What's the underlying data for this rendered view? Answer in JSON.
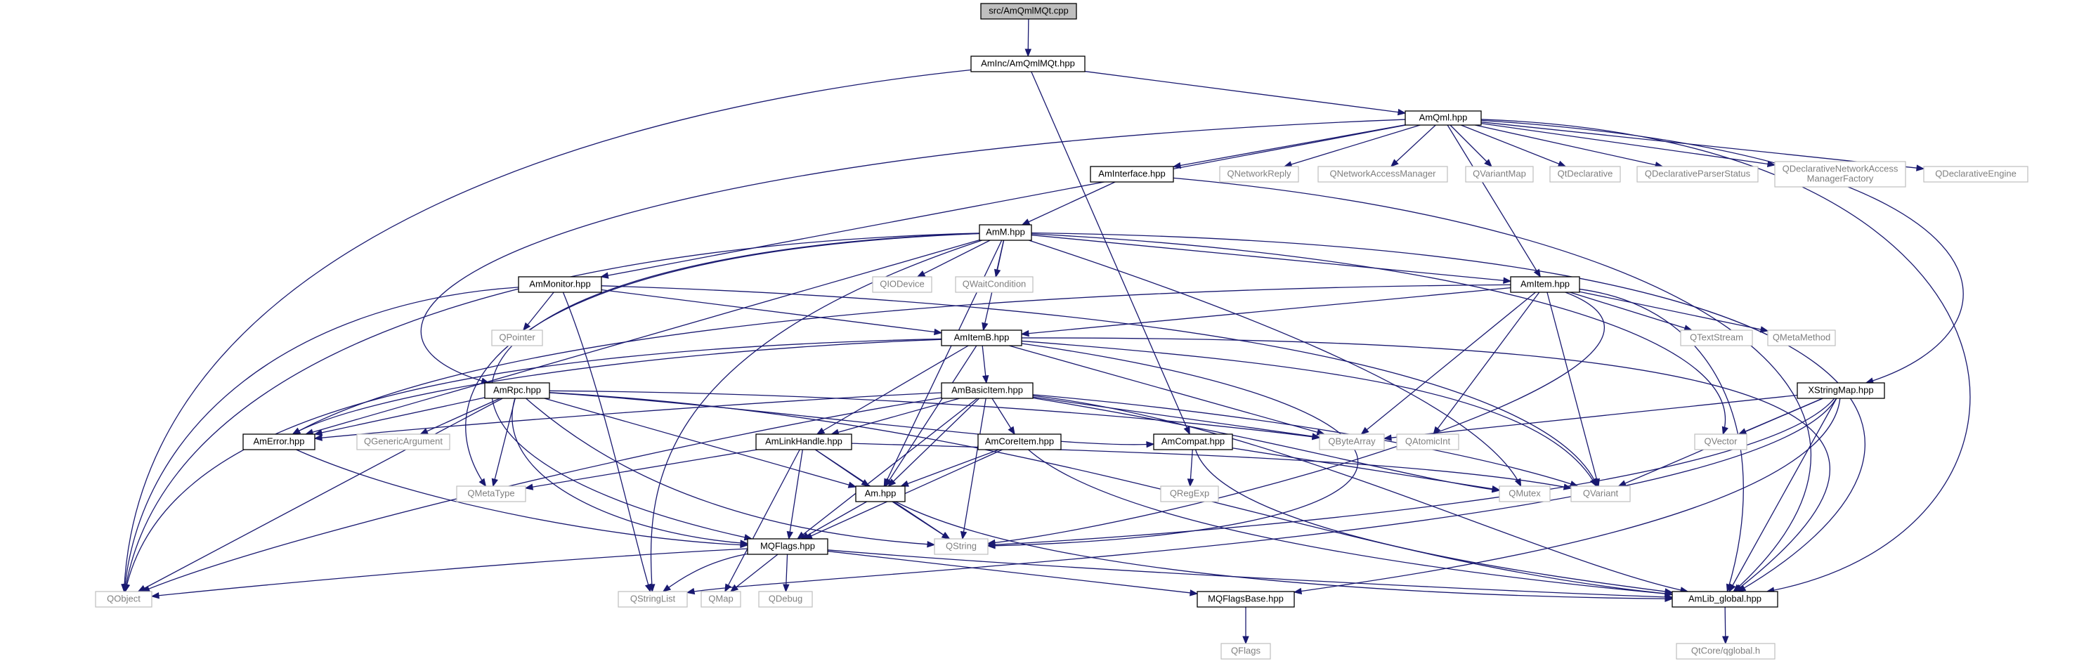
{
  "diagram": {
    "type": "include-dependency-graph",
    "colors": {
      "edge": "#191970",
      "root_fill": "#bfbfbf",
      "node_border": "#000000",
      "external_border": "#bfbfbf",
      "external_text": "#7f7f7f"
    },
    "nodes": [
      {
        "id": "root",
        "label": [
          "src/AmQmlMQt.cpp"
        ],
        "kind": "root"
      },
      {
        "id": "aminc",
        "label": [
          "AmInc/AmQmlMQt.hpp"
        ],
        "kind": "known"
      },
      {
        "id": "amqml",
        "label": [
          "AmQml.hpp"
        ],
        "kind": "known"
      },
      {
        "id": "aminterface",
        "label": [
          "AmInterface.hpp"
        ],
        "kind": "known"
      },
      {
        "id": "qnetworkreply",
        "label": [
          "QNetworkReply"
        ],
        "kind": "external"
      },
      {
        "id": "qnam",
        "label": [
          "QNetworkAccessManager"
        ],
        "kind": "external"
      },
      {
        "id": "qvariantmap",
        "label": [
          "QVariantMap"
        ],
        "kind": "external"
      },
      {
        "id": "qtdeclarative",
        "label": [
          "QtDeclarative"
        ],
        "kind": "external"
      },
      {
        "id": "qdps",
        "label": [
          "QDeclarativeParserStatus"
        ],
        "kind": "external"
      },
      {
        "id": "qdnamf",
        "label": [
          "QDeclarativeNetworkAccess",
          "ManagerFactory"
        ],
        "kind": "external"
      },
      {
        "id": "qdengine",
        "label": [
          "QDeclarativeEngine"
        ],
        "kind": "external"
      },
      {
        "id": "amm",
        "label": [
          "AmM.hpp"
        ],
        "kind": "known"
      },
      {
        "id": "qiodevice",
        "label": [
          "QIODevice"
        ],
        "kind": "external"
      },
      {
        "id": "qwaitcondition",
        "label": [
          "QWaitCondition"
        ],
        "kind": "external"
      },
      {
        "id": "ammonitor",
        "label": [
          "AmMonitor.hpp"
        ],
        "kind": "known"
      },
      {
        "id": "amitem",
        "label": [
          "AmItem.hpp"
        ],
        "kind": "known"
      },
      {
        "id": "qpointer",
        "label": [
          "QPointer"
        ],
        "kind": "external"
      },
      {
        "id": "qtextstream",
        "label": [
          "QTextStream"
        ],
        "kind": "external"
      },
      {
        "id": "qmetamethod",
        "label": [
          "QMetaMethod"
        ],
        "kind": "external"
      },
      {
        "id": "amitemb",
        "label": [
          "AmItemB.hpp"
        ],
        "kind": "known"
      },
      {
        "id": "amrpc",
        "label": [
          "AmRpc.hpp"
        ],
        "kind": "known"
      },
      {
        "id": "ambasicitem",
        "label": [
          "AmBasicItem.hpp"
        ],
        "kind": "known"
      },
      {
        "id": "xstringmap",
        "label": [
          "XStringMap.hpp"
        ],
        "kind": "known"
      },
      {
        "id": "amerror",
        "label": [
          "AmError.hpp"
        ],
        "kind": "known"
      },
      {
        "id": "qgenericargument",
        "label": [
          "QGenericArgument"
        ],
        "kind": "external"
      },
      {
        "id": "amlinkhandle",
        "label": [
          "AmLinkHandle.hpp"
        ],
        "kind": "known"
      },
      {
        "id": "amcoreitem",
        "label": [
          "AmCoreItem.hpp"
        ],
        "kind": "known"
      },
      {
        "id": "amcompat",
        "label": [
          "AmCompat.hpp"
        ],
        "kind": "known"
      },
      {
        "id": "qbytearray",
        "label": [
          "QByteArray"
        ],
        "kind": "external"
      },
      {
        "id": "qatomicint",
        "label": [
          "QAtomicInt"
        ],
        "kind": "external"
      },
      {
        "id": "qvector",
        "label": [
          "QVector"
        ],
        "kind": "external"
      },
      {
        "id": "qmetatype",
        "label": [
          "QMetaType"
        ],
        "kind": "external"
      },
      {
        "id": "amhpp",
        "label": [
          "Am.hpp"
        ],
        "kind": "known"
      },
      {
        "id": "qregexp",
        "label": [
          "QRegExp"
        ],
        "kind": "external"
      },
      {
        "id": "qmutex",
        "label": [
          "QMutex"
        ],
        "kind": "external"
      },
      {
        "id": "qvariant",
        "label": [
          "QVariant"
        ],
        "kind": "external"
      },
      {
        "id": "mqflags",
        "label": [
          "MQFlags.hpp"
        ],
        "kind": "known"
      },
      {
        "id": "qstring",
        "label": [
          "QString"
        ],
        "kind": "external"
      },
      {
        "id": "qobject",
        "label": [
          "QObject"
        ],
        "kind": "external"
      },
      {
        "id": "qstringlist",
        "label": [
          "QStringList"
        ],
        "kind": "external"
      },
      {
        "id": "qmap",
        "label": [
          "QMap"
        ],
        "kind": "external"
      },
      {
        "id": "qdebug",
        "label": [
          "QDebug"
        ],
        "kind": "external"
      },
      {
        "id": "mqflagsbase",
        "label": [
          "MQFlagsBase.hpp"
        ],
        "kind": "known"
      },
      {
        "id": "amlibglobal",
        "label": [
          "AmLib_global.hpp"
        ],
        "kind": "known"
      },
      {
        "id": "qflags",
        "label": [
          "QFlags"
        ],
        "kind": "external"
      },
      {
        "id": "qglobal",
        "label": [
          "QtCore/qglobal.h"
        ],
        "kind": "external"
      }
    ],
    "edges": [
      [
        "root",
        "aminc"
      ],
      [
        "aminc",
        "qobject"
      ],
      [
        "aminc",
        "amqml"
      ],
      [
        "aminc",
        "amcompat"
      ],
      [
        "amqml",
        "aminterface"
      ],
      [
        "amqml",
        "qnetworkreply"
      ],
      [
        "amqml",
        "qnam"
      ],
      [
        "amqml",
        "qvariantmap"
      ],
      [
        "amqml",
        "qtdeclarative"
      ],
      [
        "amqml",
        "qdps"
      ],
      [
        "amqml",
        "qdnamf"
      ],
      [
        "amqml",
        "qdengine"
      ],
      [
        "amqml",
        "amitem"
      ],
      [
        "amqml",
        "ammonitor"
      ],
      [
        "amqml",
        "amrpc"
      ],
      [
        "amqml",
        "xstringmap"
      ],
      [
        "amqml",
        "amlibglobal"
      ],
      [
        "aminterface",
        "amm"
      ],
      [
        "aminterface",
        "amlibglobal"
      ],
      [
        "amm",
        "qiodevice"
      ],
      [
        "amm",
        "qwaitcondition"
      ],
      [
        "amm",
        "amitem"
      ],
      [
        "amm",
        "amitemb"
      ],
      [
        "amm",
        "amerror"
      ],
      [
        "amm",
        "qobject"
      ],
      [
        "amm",
        "mqflags"
      ],
      [
        "amm",
        "qstringlist"
      ],
      [
        "amm",
        "amhpp"
      ],
      [
        "amm",
        "qmutex"
      ],
      [
        "amm",
        "qvector"
      ],
      [
        "amm",
        "amlibglobal"
      ],
      [
        "amm",
        "qmetatype"
      ],
      [
        "ammonitor",
        "qpointer"
      ],
      [
        "ammonitor",
        "amitemb"
      ],
      [
        "ammonitor",
        "qobject"
      ],
      [
        "ammonitor",
        "qstringlist"
      ],
      [
        "ammonitor",
        "qvariant"
      ],
      [
        "amitem",
        "qtextstream"
      ],
      [
        "amitem",
        "qmetamethod"
      ],
      [
        "amitem",
        "amitemb"
      ],
      [
        "amitem",
        "qbytearray"
      ],
      [
        "amitem",
        "qatomicint"
      ],
      [
        "amitem",
        "qvariant"
      ],
      [
        "amitem",
        "qstring"
      ],
      [
        "amitem",
        "amlibglobal"
      ],
      [
        "amitem",
        "amerror"
      ],
      [
        "amitemb",
        "ambasicitem"
      ],
      [
        "amitemb",
        "amlinkhandle"
      ],
      [
        "amitemb",
        "amhpp"
      ],
      [
        "amitemb",
        "qbytearray"
      ],
      [
        "amitemb",
        "amerror"
      ],
      [
        "amitemb",
        "qobject"
      ],
      [
        "amitemb",
        "qvariant"
      ],
      [
        "amitemb",
        "qstring"
      ],
      [
        "amitemb",
        "amlibglobal"
      ],
      [
        "amrpc",
        "amerror"
      ],
      [
        "amrpc",
        "qgenericargument"
      ],
      [
        "amrpc",
        "qmetatype"
      ],
      [
        "amrpc",
        "amhpp"
      ],
      [
        "amrpc",
        "qbytearray"
      ],
      [
        "amrpc",
        "qobject"
      ],
      [
        "amrpc",
        "mqflags"
      ],
      [
        "amrpc",
        "qstring"
      ],
      [
        "amrpc",
        "amcompat"
      ],
      [
        "amrpc",
        "amlibglobal"
      ],
      [
        "ambasicitem",
        "amlinkhandle"
      ],
      [
        "ambasicitem",
        "amcoreitem"
      ],
      [
        "ambasicitem",
        "amhpp"
      ],
      [
        "ambasicitem",
        "qbytearray"
      ],
      [
        "ambasicitem",
        "qstring"
      ],
      [
        "ambasicitem",
        "mqflags"
      ],
      [
        "ambasicitem",
        "amerror"
      ],
      [
        "ambasicitem",
        "qobject"
      ],
      [
        "ambasicitem",
        "qvariant"
      ],
      [
        "ambasicitem",
        "qmutex"
      ],
      [
        "ambasicitem",
        "amlibglobal"
      ],
      [
        "xstringmap",
        "qbytearray"
      ],
      [
        "xstringmap",
        "qvector"
      ],
      [
        "xstringmap",
        "qvariant"
      ],
      [
        "xstringmap",
        "qstring"
      ],
      [
        "xstringmap",
        "mqflagsbase"
      ],
      [
        "xstringmap",
        "amlibglobal"
      ],
      [
        "xstringmap",
        "qstringlist"
      ],
      [
        "amerror",
        "mqflags"
      ],
      [
        "amlinkhandle",
        "qmetatype"
      ],
      [
        "amlinkhandle",
        "amhpp"
      ],
      [
        "amlinkhandle",
        "mqflags"
      ],
      [
        "amlinkhandle",
        "qstring"
      ],
      [
        "amlinkhandle",
        "qmap"
      ],
      [
        "amlinkhandle",
        "qvariant"
      ],
      [
        "amcoreitem",
        "amhpp"
      ],
      [
        "amcoreitem",
        "mqflags"
      ],
      [
        "amcoreitem",
        "amlibglobal"
      ],
      [
        "amcompat",
        "qregexp"
      ],
      [
        "amcompat",
        "qmutex"
      ],
      [
        "amcompat",
        "amlibglobal"
      ],
      [
        "amhpp",
        "mqflags"
      ],
      [
        "amhpp",
        "qstring"
      ],
      [
        "amhpp",
        "amlibglobal"
      ],
      [
        "mqflags",
        "qobject"
      ],
      [
        "mqflags",
        "qstringlist"
      ],
      [
        "mqflags",
        "qmap"
      ],
      [
        "mqflags",
        "qdebug"
      ],
      [
        "mqflags",
        "mqflagsbase"
      ],
      [
        "mqflags",
        "amlibglobal"
      ],
      [
        "mqflagsbase",
        "qflags"
      ],
      [
        "amlibglobal",
        "qglobal"
      ]
    ]
  }
}
